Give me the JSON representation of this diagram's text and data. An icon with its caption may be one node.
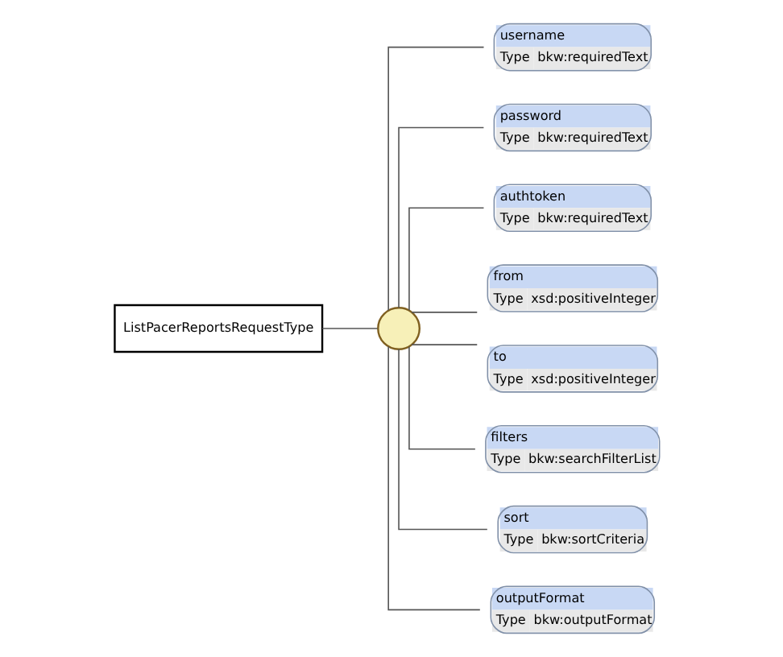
{
  "diagram": {
    "nodes": [
      {
        "text": [
          "ListPacerReportsRequestType"
        ]
      },
      {
        "text": [],
        "shape": "circle"
      },
      {
        "text": [
          "username",
          "Type",
          "bkw:requiredText"
        ]
      },
      {
        "text": [
          "password",
          "Type",
          "bkw:requiredText"
        ]
      },
      {
        "text": [
          "authtoken",
          "Type",
          "bkw:requiredText"
        ]
      },
      {
        "text": [
          "from",
          "Type",
          "xsd:positiveInteger"
        ]
      },
      {
        "text": [
          "to",
          "Type",
          "xsd:positiveInteger"
        ]
      },
      {
        "text": [
          "filters",
          "Type",
          "bkw:searchFilterList"
        ]
      },
      {
        "text": [
          "sort",
          "Type",
          "bkw:sortCriteria"
        ]
      },
      {
        "text": [
          "outputFormat",
          "Type",
          "bkw:outputFormat"
        ]
      }
    ],
    "edges": [
      {
        "from": 0,
        "to": 1,
        "arrow": "none"
      },
      {
        "from": 1,
        "to": 2,
        "arrow": "none"
      },
      {
        "from": 1,
        "to": 3,
        "arrow": "none"
      },
      {
        "from": 1,
        "to": 4,
        "arrow": "none"
      },
      {
        "from": 1,
        "to": 5,
        "arrow": "none"
      },
      {
        "from": 1,
        "to": 6,
        "arrow": "none"
      },
      {
        "from": 1,
        "to": 7,
        "arrow": "none"
      },
      {
        "from": 1,
        "to": 8,
        "arrow": "none"
      },
      {
        "from": 1,
        "to": 9,
        "arrow": "none"
      }
    ]
  }
}
